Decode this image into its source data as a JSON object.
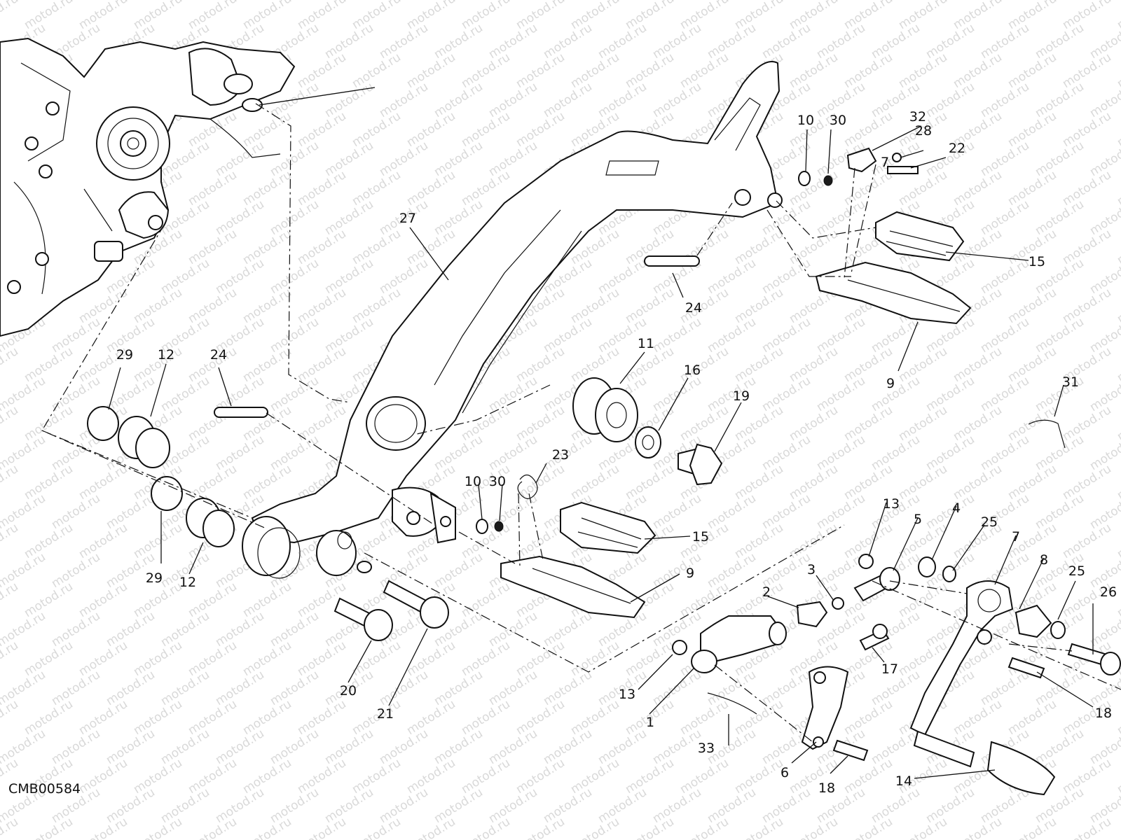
{
  "diagram_code": "CMB00584",
  "watermark_text": "motod.ru",
  "callouts": [
    {
      "id": "c1",
      "label": "1"
    },
    {
      "id": "c2",
      "label": "2"
    },
    {
      "id": "c3",
      "label": "3"
    },
    {
      "id": "c4",
      "label": "4"
    },
    {
      "id": "c5",
      "label": "5"
    },
    {
      "id": "c6",
      "label": "6"
    },
    {
      "id": "c7a",
      "label": "7"
    },
    {
      "id": "c7b",
      "label": "7"
    },
    {
      "id": "c8",
      "label": "8"
    },
    {
      "id": "c9a",
      "label": "9"
    },
    {
      "id": "c9b",
      "label": "9"
    },
    {
      "id": "c10a",
      "label": "10"
    },
    {
      "id": "c10b",
      "label": "10"
    },
    {
      "id": "c11",
      "label": "11"
    },
    {
      "id": "c12a",
      "label": "12"
    },
    {
      "id": "c12b",
      "label": "12"
    },
    {
      "id": "c13a",
      "label": "13"
    },
    {
      "id": "c13b",
      "label": "13"
    },
    {
      "id": "c14",
      "label": "14"
    },
    {
      "id": "c15a",
      "label": "15"
    },
    {
      "id": "c15b",
      "label": "15"
    },
    {
      "id": "c16",
      "label": "16"
    },
    {
      "id": "c17",
      "label": "17"
    },
    {
      "id": "c18a",
      "label": "18"
    },
    {
      "id": "c18b",
      "label": "18"
    },
    {
      "id": "c19",
      "label": "19"
    },
    {
      "id": "c20",
      "label": "20"
    },
    {
      "id": "c21",
      "label": "21"
    },
    {
      "id": "c22",
      "label": "22"
    },
    {
      "id": "c23",
      "label": "23"
    },
    {
      "id": "c24a",
      "label": "24"
    },
    {
      "id": "c24b",
      "label": "24"
    },
    {
      "id": "c25a",
      "label": "25"
    },
    {
      "id": "c25b",
      "label": "25"
    },
    {
      "id": "c26",
      "label": "26"
    },
    {
      "id": "c27",
      "label": "27"
    },
    {
      "id": "c28",
      "label": "28"
    },
    {
      "id": "c29a",
      "label": "29"
    },
    {
      "id": "c29b",
      "label": "29"
    },
    {
      "id": "c30a",
      "label": "30"
    },
    {
      "id": "c30b",
      "label": "30"
    },
    {
      "id": "c31",
      "label": "31"
    },
    {
      "id": "c32",
      "label": "32"
    },
    {
      "id": "c33",
      "label": "33"
    }
  ]
}
